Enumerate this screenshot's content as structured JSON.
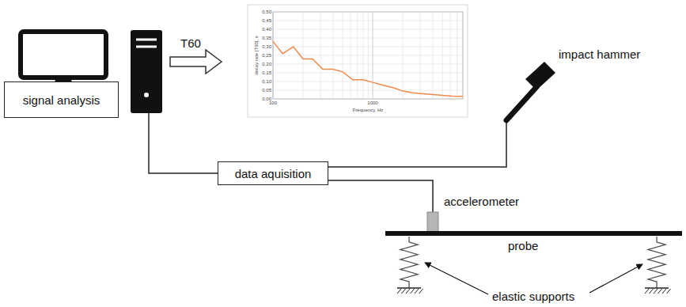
{
  "diagram": {
    "nodes": [
      {
        "text": [
          "signal analysis"
        ]
      },
      {
        "text": [
          "data aquisition"
        ]
      }
    ],
    "labels": [
      "T60",
      "decay rate [T60], s",
      "0,50",
      "0,45",
      "0,40",
      "0,35",
      "0,30",
      "0,25",
      "0,20",
      "0,15",
      "0,10",
      "0,05",
      "0,00",
      "100",
      "1000",
      "Frequency, Hz",
      "impact hammer",
      "accelerometer",
      "probe",
      "elastic supports"
    ]
  }
}
